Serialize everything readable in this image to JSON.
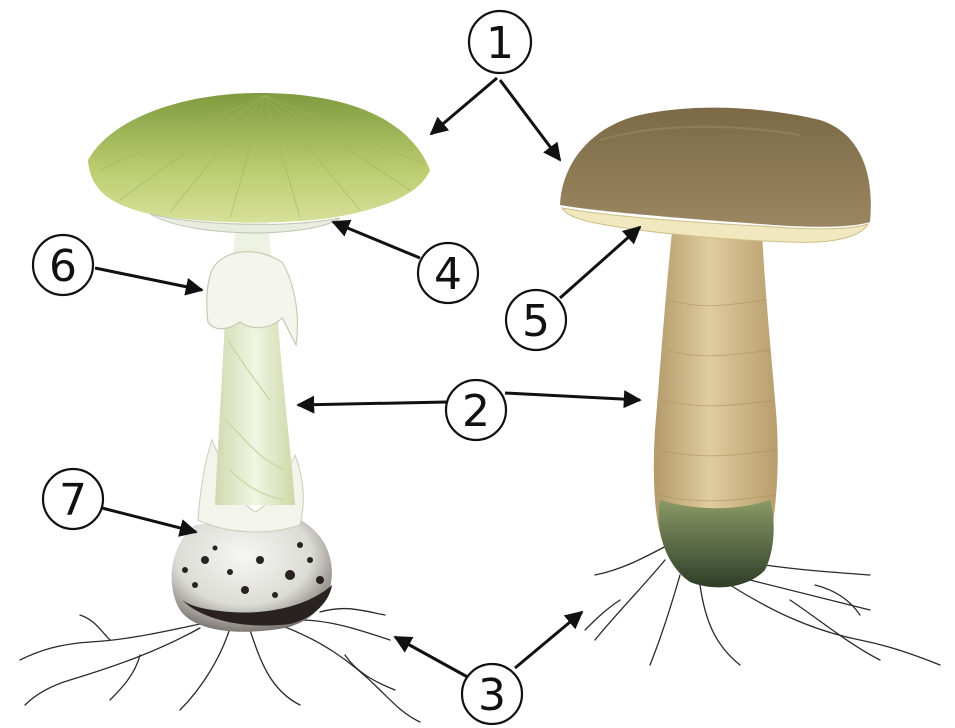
{
  "callouts": [
    {
      "id": "1",
      "label": "1"
    },
    {
      "id": "2",
      "label": "2"
    },
    {
      "id": "3",
      "label": "3"
    },
    {
      "id": "4",
      "label": "4"
    },
    {
      "id": "5",
      "label": "5"
    },
    {
      "id": "6",
      "label": "6"
    },
    {
      "id": "7",
      "label": "7"
    }
  ],
  "colors": {
    "death_cap_cap": "#bfcf7a",
    "death_cap_stem": "#e6ecd0",
    "porcini_cap": "#8e7b56",
    "porcini_stem": "#cfb88a",
    "soil": "#2a2220",
    "arrow": "#111111"
  }
}
